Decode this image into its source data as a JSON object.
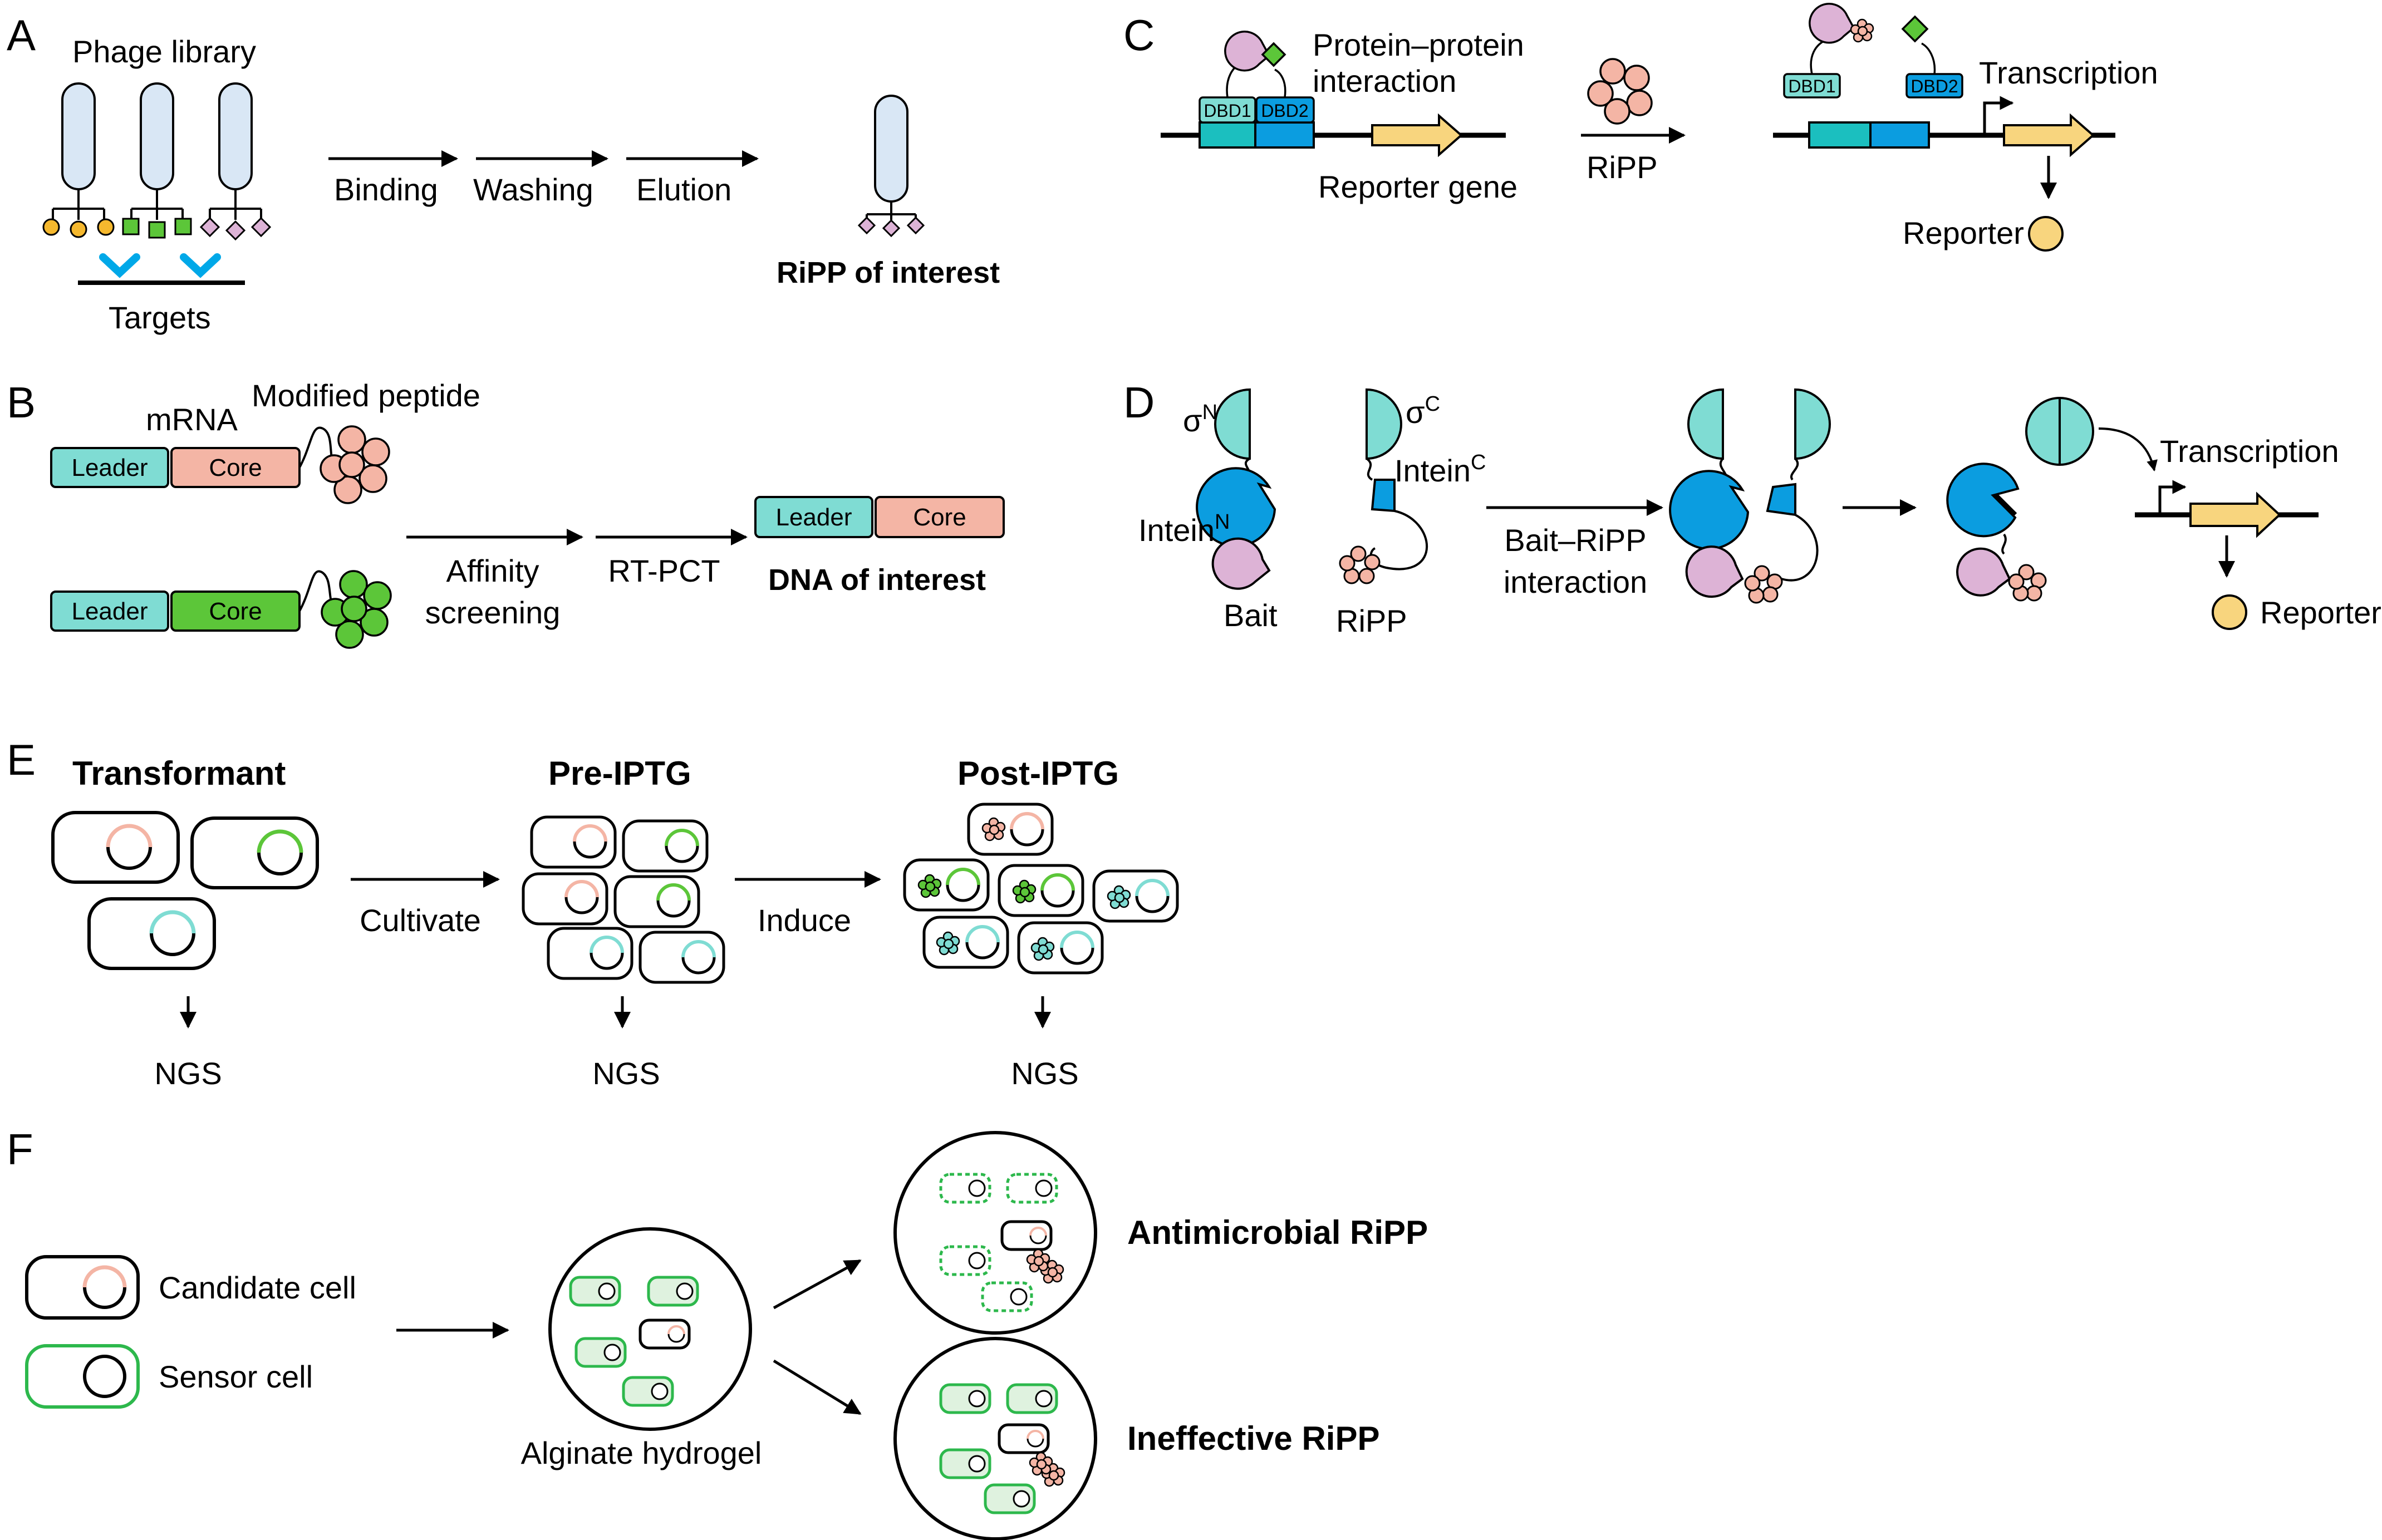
{
  "colors": {
    "pink_peptide": "#f4b5a5",
    "green_peptide": "#5cc639",
    "teal": "#7fdcd3",
    "blue": "#0b9de0",
    "lilac": "#ddb3d6",
    "yellow": "#f8d57e",
    "sensor_green": "#2db84c",
    "phage": "#d9e7f5",
    "target_blue": "#00a8e8"
  },
  "panels": {
    "a": {
      "letter": "A",
      "phage_library": "Phage library",
      "targets": "Targets",
      "steps": [
        "Binding",
        "Washing",
        "Elution"
      ],
      "result": "RiPP of interest"
    },
    "b": {
      "letter": "B",
      "mrna": "mRNA",
      "modified_peptide": "Modified peptide",
      "leader": "Leader",
      "core": "Core",
      "step1_line1": "Affinity",
      "step1_line2": "screening",
      "step2": "RT-PCT",
      "result": "DNA of interest"
    },
    "c": {
      "letter": "C",
      "ppi_line1": "Protein–protein",
      "ppi_line2": "interaction",
      "dbd1": "DBD1",
      "dbd2": "DBD2",
      "reporter_gene": "Reporter gene",
      "ripp": "RiPP",
      "transcription": "Transcription",
      "reporter": "Reporter"
    },
    "d": {
      "letter": "D",
      "sigma": "σ",
      "sup_n": "N",
      "sup_c": "C",
      "intein": "Intein",
      "bait": "Bait",
      "ripp": "RiPP",
      "step_line1": "Bait–RiPP",
      "step_line2": "interaction",
      "transcription": "Transcription",
      "reporter": "Reporter"
    },
    "e": {
      "letter": "E",
      "transformant": "Transformant",
      "pre": "Pre-IPTG",
      "post": "Post-IPTG",
      "cultivate": "Cultivate",
      "induce": "Induce",
      "ngs": "NGS"
    },
    "f": {
      "letter": "F",
      "candidate": "Candidate cell",
      "sensor": "Sensor cell",
      "hydrogel": "Alginate hydrogel",
      "antimicrobial": "Antimicrobial RiPP",
      "ineffective": "Ineffective RiPP"
    }
  }
}
